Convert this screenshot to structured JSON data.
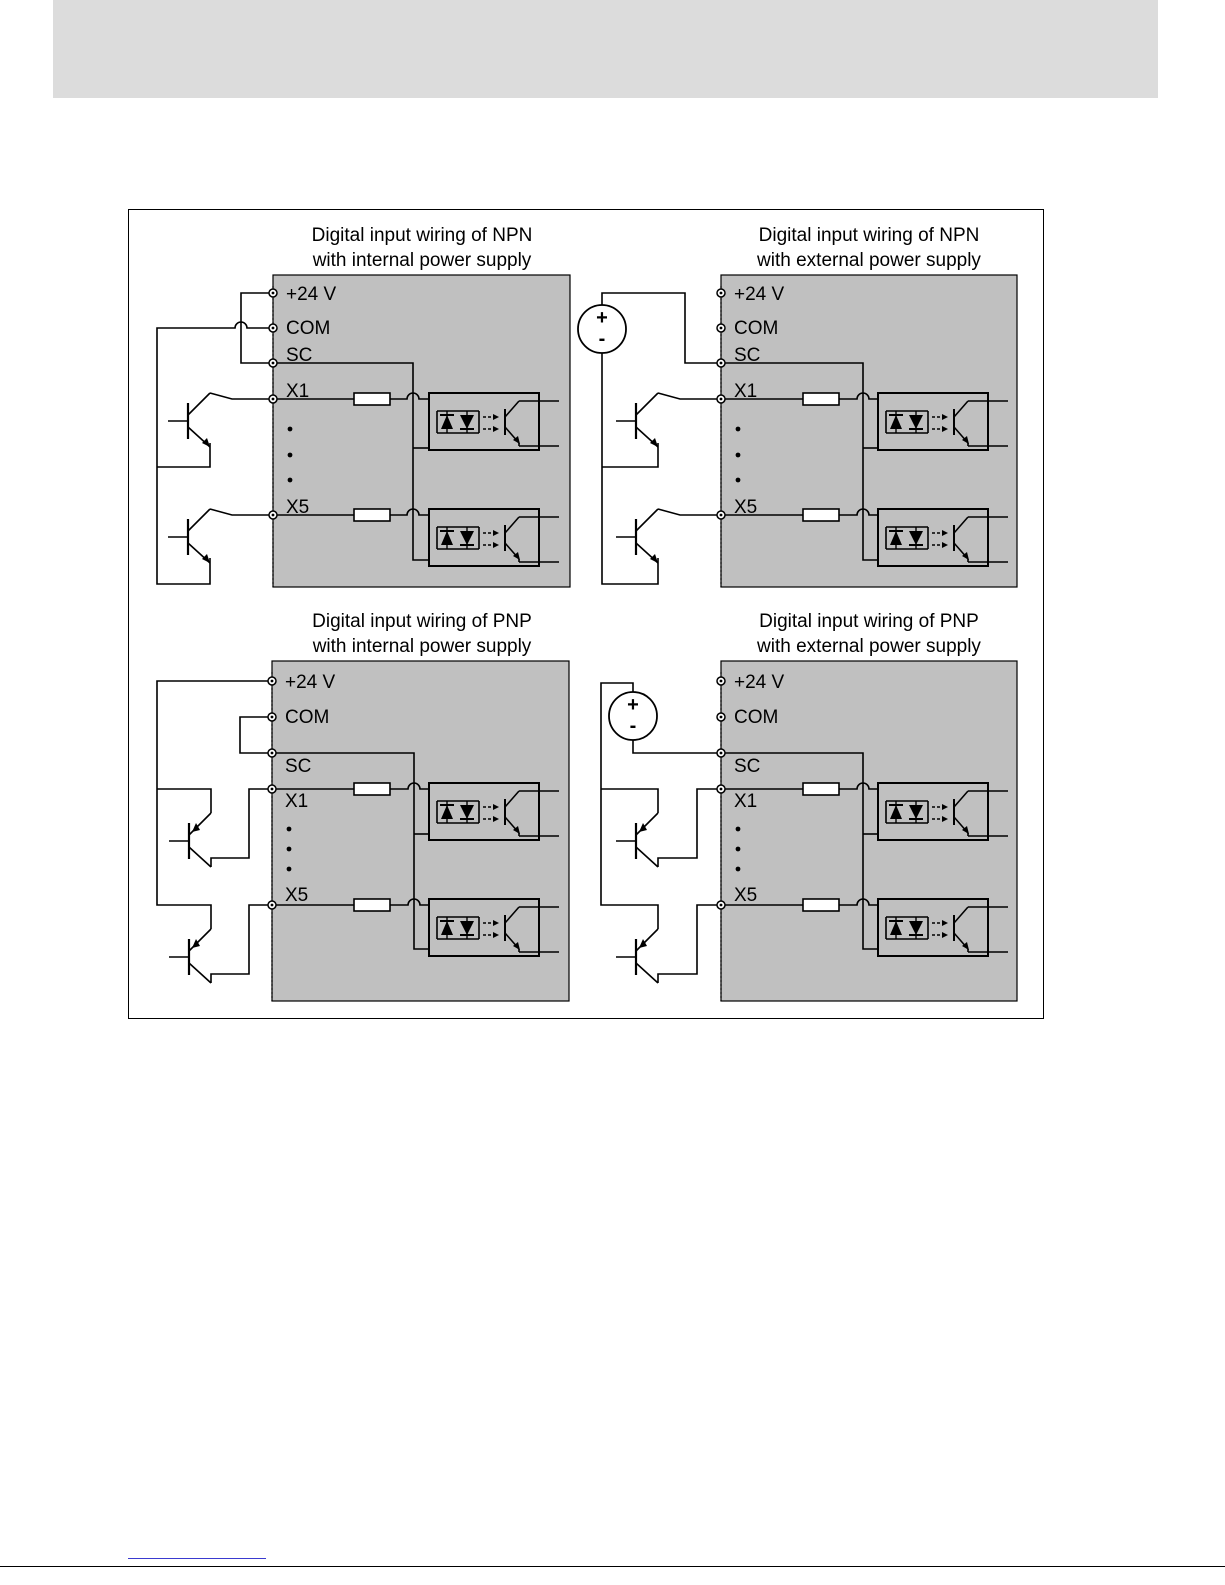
{
  "panels": [
    {
      "id": "npn-internal",
      "title_line1": "Digital input wiring of NPN",
      "title_line2": "with internal power supply"
    },
    {
      "id": "npn-external",
      "title_line1": "Digital input wiring of NPN",
      "title_line2": "with external power supply"
    },
    {
      "id": "pnp-internal",
      "title_line1": "Digital input wiring of PNP",
      "title_line2": "with internal power supply"
    },
    {
      "id": "pnp-external",
      "title_line1": "Digital input wiring of PNP",
      "title_line2": "with external power supply"
    }
  ],
  "terminals": {
    "v24": "+24 V",
    "com": "COM",
    "sc": "SC",
    "x1": "X1",
    "x5": "X5"
  },
  "colors": {
    "header_band": "#dcdcdc",
    "drive_box": "#c0c0c0",
    "wire": "#000000",
    "link": "#3a3ad0"
  }
}
